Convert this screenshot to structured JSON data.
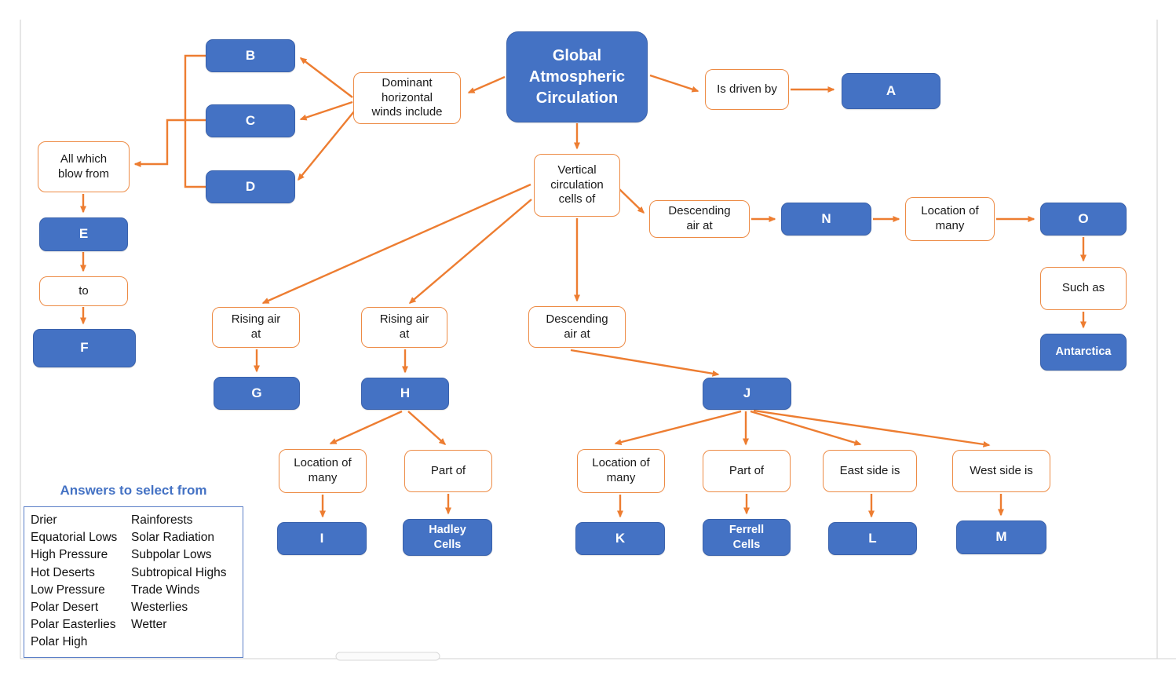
{
  "page": {
    "colors": {
      "node_fill": "#4472C4",
      "node_text": "#ffffff",
      "arrow_orange": "#ED7D31",
      "connector_border": "#ED8B45",
      "answers_border": "#5B7FC7",
      "answers_title_color": "#4472C4"
    }
  },
  "nodes": {
    "global": "Global\nAtmospheric\nCirculation",
    "a": "A",
    "b": "B",
    "c": "C",
    "d": "D",
    "e": "E",
    "f": "F",
    "g": "G",
    "h": "H",
    "i": "I",
    "j": "J",
    "k": "K",
    "l": "L",
    "m": "M",
    "n": "N",
    "o": "O",
    "hadley": "Hadley\nCells",
    "ferrell": "Ferrell\nCells",
    "antarctica": "Antarctica"
  },
  "connectors": {
    "is_driven_by": "Is driven by",
    "dominant_winds": "Dominant\nhorizontal\nwinds include",
    "all_which_blow_from": "All which\nblow from",
    "to": "to",
    "vertical_cells": "Vertical\ncirculation\ncells of",
    "descending_air_right": "Descending\nair at",
    "descending_air_center": "Descending\nair at",
    "rising_air_1": "Rising air\nat",
    "rising_air_2": "Rising air\nat",
    "location_of_many_n": "Location of\nmany",
    "location_of_many_h": "Location of\nmany",
    "location_of_many_j": "Location of\nmany",
    "part_of_h": "Part of",
    "part_of_j": "Part of",
    "east_side_is": "East side is",
    "west_side_is": "West side is",
    "such_as": "Such as"
  },
  "answers": {
    "title": "Answers to select from",
    "column1": [
      "Drier",
      "Equatorial Lows",
      "High Pressure",
      "Hot Deserts",
      "Low Pressure",
      "Polar Desert",
      "Polar Easterlies",
      "Polar High"
    ],
    "column2": [
      "Rainforests",
      "Solar Radiation",
      "Subpolar Lows",
      "Subtropical Highs",
      "Trade Winds",
      "Westerlies",
      "Wetter"
    ]
  }
}
